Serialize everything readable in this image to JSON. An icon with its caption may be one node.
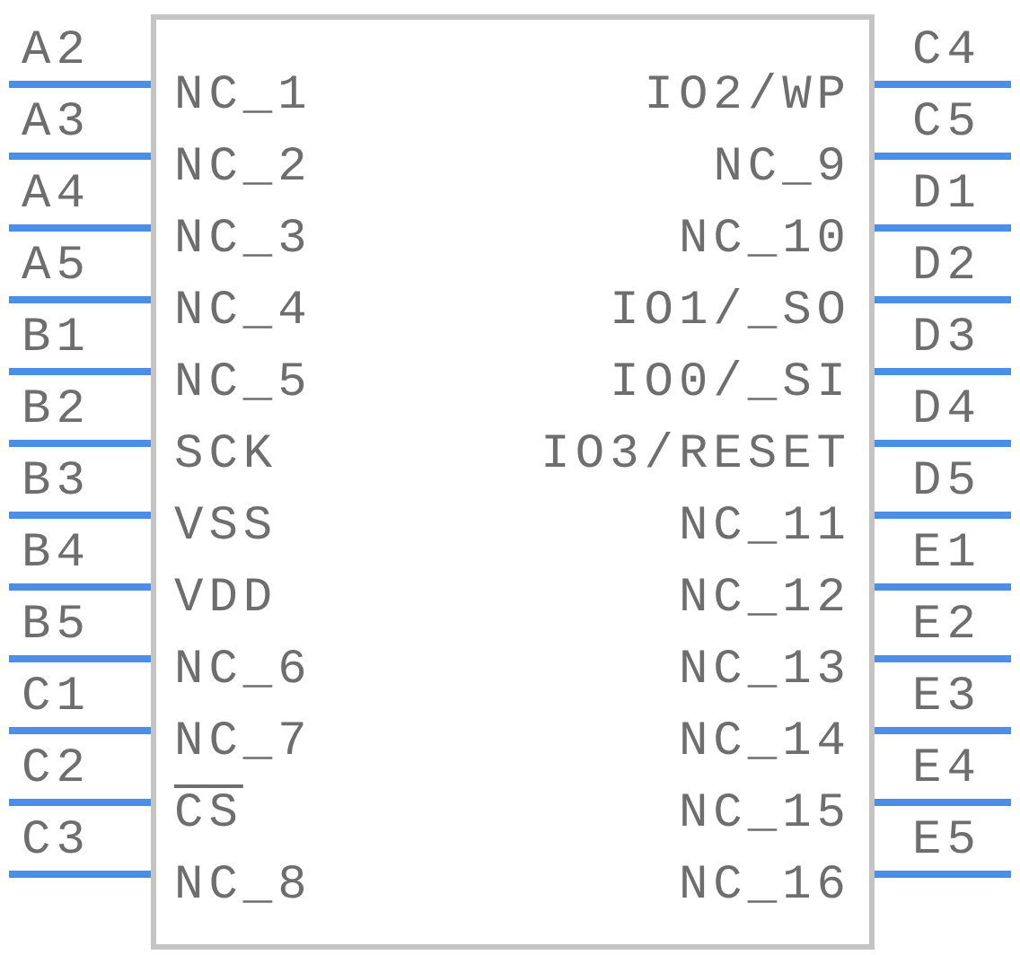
{
  "diagram": {
    "nodes": [
      {
        "text": [],
        "shape": "box"
      },
      {
        "text": [
          "NC_1"
        ],
        "in": 0
      },
      {
        "text": [
          "NC_2"
        ],
        "in": 0
      },
      {
        "text": [
          "NC_3"
        ],
        "in": 0
      },
      {
        "text": [
          "NC_4"
        ],
        "in": 0
      },
      {
        "text": [
          "NC_5"
        ],
        "in": 0
      },
      {
        "text": [
          "SCK"
        ],
        "in": 0
      },
      {
        "text": [
          "VSS"
        ],
        "in": 0
      },
      {
        "text": [
          "VDD"
        ],
        "in": 0
      },
      {
        "text": [
          "NC_6"
        ],
        "in": 0
      },
      {
        "text": [
          "NC_7"
        ],
        "in": 0
      },
      {
        "text": [
          "CS"
        ],
        "in": 0
      },
      {
        "text": [
          "NC_8"
        ],
        "in": 0
      },
      {
        "text": [
          "IO2/WP"
        ],
        "in": 0
      },
      {
        "text": [
          "NC_9"
        ],
        "in": 0
      },
      {
        "text": [
          "NC_10"
        ],
        "in": 0
      },
      {
        "text": [
          "IO1/_SO"
        ],
        "in": 0
      },
      {
        "text": [
          "IO0/_SI"
        ],
        "in": 0
      },
      {
        "text": [
          "IO3/RESET"
        ],
        "in": 0
      },
      {
        "text": [
          "NC_11"
        ],
        "in": 0
      },
      {
        "text": [
          "NC_12"
        ],
        "in": 0
      },
      {
        "text": [
          "NC_13"
        ],
        "in": 0
      },
      {
        "text": [
          "NC_14"
        ],
        "in": 0
      },
      {
        "text": [
          "NC_15"
        ],
        "in": 0
      },
      {
        "text": [
          "NC_16"
        ],
        "in": 0
      }
    ],
    "edges": [
      {
        "from": null,
        "to": 1,
        "arrow": "none",
        "label": "A2"
      },
      {
        "from": null,
        "to": 2,
        "arrow": "none",
        "label": "A3"
      },
      {
        "from": null,
        "to": 3,
        "arrow": "none",
        "label": "A4"
      },
      {
        "from": null,
        "to": 4,
        "arrow": "none",
        "label": "A5"
      },
      {
        "from": null,
        "to": 5,
        "arrow": "none",
        "label": "B1"
      },
      {
        "from": null,
        "to": 6,
        "arrow": "none",
        "label": "B2"
      },
      {
        "from": null,
        "to": 7,
        "arrow": "none",
        "label": "B3"
      },
      {
        "from": null,
        "to": 8,
        "arrow": "none",
        "label": "B4"
      },
      {
        "from": null,
        "to": 9,
        "arrow": "none",
        "label": "B5"
      },
      {
        "from": null,
        "to": 10,
        "arrow": "none",
        "label": "C1"
      },
      {
        "from": null,
        "to": 11,
        "arrow": "none",
        "label": "C2"
      },
      {
        "from": null,
        "to": 12,
        "arrow": "none",
        "label": "C3"
      },
      {
        "from": null,
        "to": 13,
        "arrow": "none",
        "label": "C4"
      },
      {
        "from": null,
        "to": 14,
        "arrow": "none",
        "label": "C5"
      },
      {
        "from": null,
        "to": 15,
        "arrow": "none",
        "label": "D1"
      },
      {
        "from": null,
        "to": 16,
        "arrow": "none",
        "label": "D2"
      },
      {
        "from": null,
        "to": 17,
        "arrow": "none",
        "label": "D3"
      },
      {
        "from": null,
        "to": 18,
        "arrow": "none",
        "label": "D4"
      },
      {
        "from": null,
        "to": 19,
        "arrow": "none",
        "label": "D5"
      },
      {
        "from": null,
        "to": 20,
        "arrow": "none",
        "label": "E1"
      },
      {
        "from": null,
        "to": 21,
        "arrow": "none",
        "label": "E2"
      },
      {
        "from": null,
        "to": 22,
        "arrow": "none",
        "label": "E3"
      },
      {
        "from": null,
        "to": 23,
        "arrow": "none",
        "label": "E4"
      },
      {
        "from": null,
        "to": 24,
        "arrow": "none",
        "label": "E5"
      }
    ]
  }
}
